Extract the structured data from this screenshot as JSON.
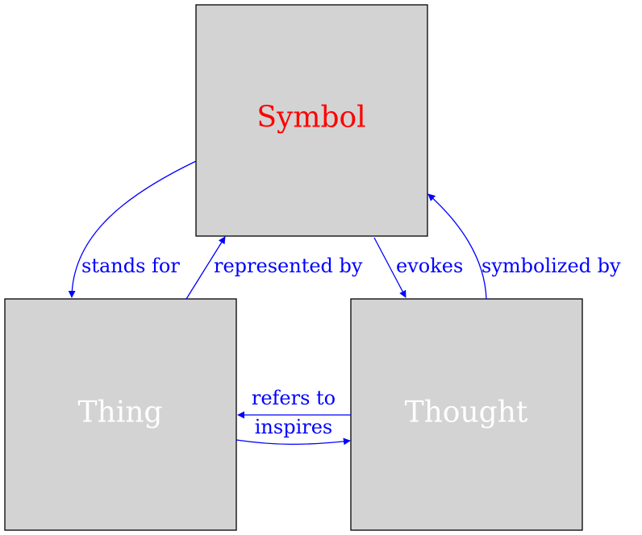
{
  "colors": {
    "edge": "#0000ff",
    "symbol_text": "#ff0000",
    "node_text": "#ffffff",
    "node_fill": "#d3d3d3"
  },
  "nodes": {
    "symbol": "Symbol",
    "thing": "Thing",
    "thought": "Thought"
  },
  "edges": {
    "stands_for": "stands for",
    "represented_by": "represented by",
    "evokes": "evokes",
    "symbolized_by": "symbolized by",
    "refers_to": "refers to",
    "inspires": "inspires"
  }
}
